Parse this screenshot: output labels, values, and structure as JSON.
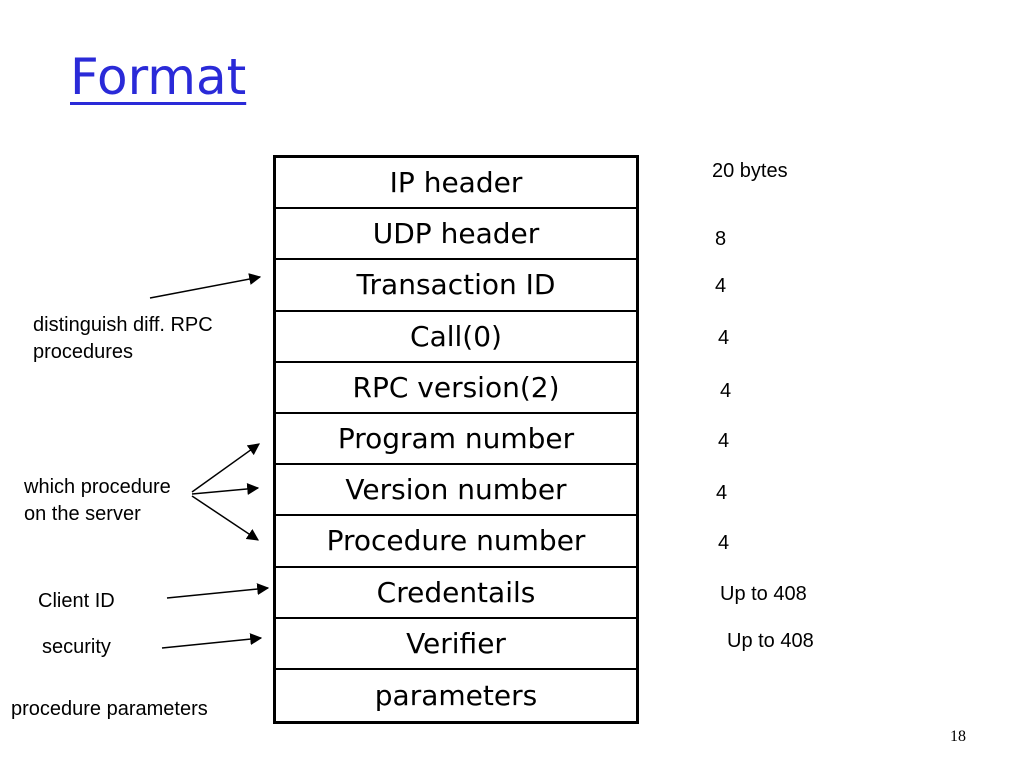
{
  "slide": {
    "title": "Format",
    "page_number": "18"
  },
  "fields": [
    {
      "label": "IP header",
      "size": "20 bytes"
    },
    {
      "label": "UDP header",
      "size": "8"
    },
    {
      "label": "Transaction ID",
      "size": "4"
    },
    {
      "label": "Call(0)",
      "size": "4"
    },
    {
      "label": "RPC version(2)",
      "size": "4"
    },
    {
      "label": "Program number",
      "size": "4"
    },
    {
      "label": "Version number",
      "size": "4"
    },
    {
      "label": "Procedure number",
      "size": "4"
    },
    {
      "label": "Credentails",
      "size": "Up to 408"
    },
    {
      "label": "Verifier",
      "size": "Up to 408"
    },
    {
      "label": "parameters",
      "size": ""
    }
  ],
  "annotations": {
    "distinguish": {
      "line1": "distinguish diff. RPC",
      "line2": "procedures"
    },
    "which_procedure": {
      "line1": "which procedure",
      "line2": "on the server"
    },
    "client_id": "Client ID",
    "security": "security",
    "procedure_parameters": "procedure parameters"
  }
}
